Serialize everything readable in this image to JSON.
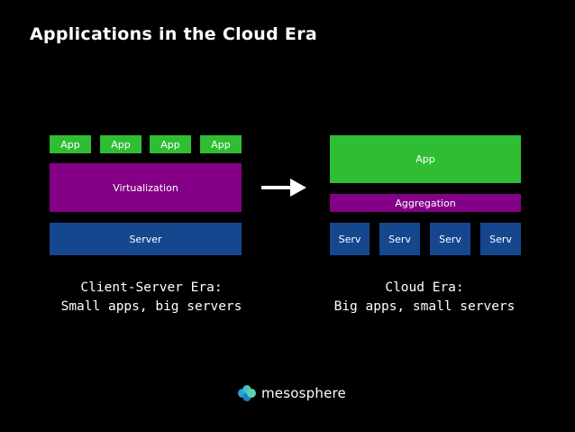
{
  "title": "Applications in the Cloud Era",
  "colors": {
    "app": "#2fbe33",
    "middle": "#840086",
    "server": "#15478f",
    "background": "#000000"
  },
  "left": {
    "apps": [
      "App",
      "App",
      "App",
      "App"
    ],
    "virtualization": "Virtualization",
    "server": "Server",
    "caption": [
      "Client-Server Era:",
      "Small apps, big servers"
    ]
  },
  "right": {
    "app": "App",
    "aggregation": "Aggregation",
    "servers": [
      "Serv",
      "Serv",
      "Serv",
      "Serv"
    ],
    "caption": [
      "Cloud Era:",
      "Big apps, small servers"
    ]
  },
  "arrow_icon": "right-arrow-icon",
  "logo": {
    "icon": "mesosphere-logo-icon",
    "text": "mesosphere"
  }
}
